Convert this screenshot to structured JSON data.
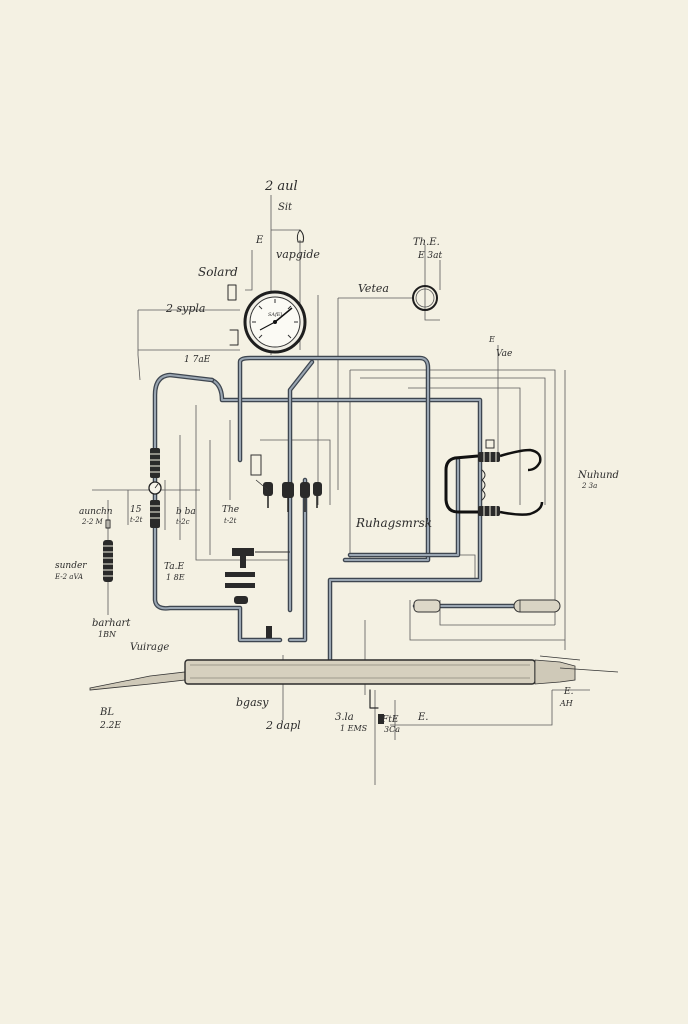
{
  "labels": {
    "top_a": "2 aul",
    "top_b": "Sit",
    "top_c": "E",
    "vaporize": "vapgide",
    "solard": "Solard",
    "gauge_face": "SAfEl",
    "z_sypla": "2 sypla",
    "vetea": "Vetea",
    "the_e": "Th.E.",
    "e_sat": "E 3at",
    "side_e": "E",
    "vae": "Vae",
    "num_1": "1 7aE",
    "left_a": "aunchn",
    "left_a_val": "2-2 M",
    "left_b": "15",
    "left_b_val": "t-2t",
    "left_c": "b ba",
    "left_c_val": "t-2c",
    "mid_the": "The",
    "mid_the_val": "t-2t",
    "center_note": "Ruhagsmrsk",
    "bot_ta": "Ta.E",
    "bot_ta_val": "1 8E",
    "left_meter": "sunder",
    "left_meter_val": "E-2 aVA",
    "lower_left": "barhart",
    "lower_left_val": "1BN",
    "voltage": "Vuirage",
    "right_note": "Nuhund",
    "right_note_val": "2 3a",
    "bottom_left": "BL",
    "bottom_left_val": "2.2E",
    "bottom_mid": "bgasy",
    "bottom_mid2": "2 dapl",
    "bottom_c": "3.la",
    "bottom_c_val": "1 EMS",
    "bottom_d": "FtE",
    "bottom_d_val": "3Ca",
    "bottom_e": "E.",
    "bottom_r": "E.",
    "bottom_r_val": "AH"
  },
  "colors": {
    "paper": "#f4f1e3",
    "ink": "#2b2b2b",
    "pipe": "#3e4650",
    "pipe_highlight": "#9aa6b2"
  }
}
